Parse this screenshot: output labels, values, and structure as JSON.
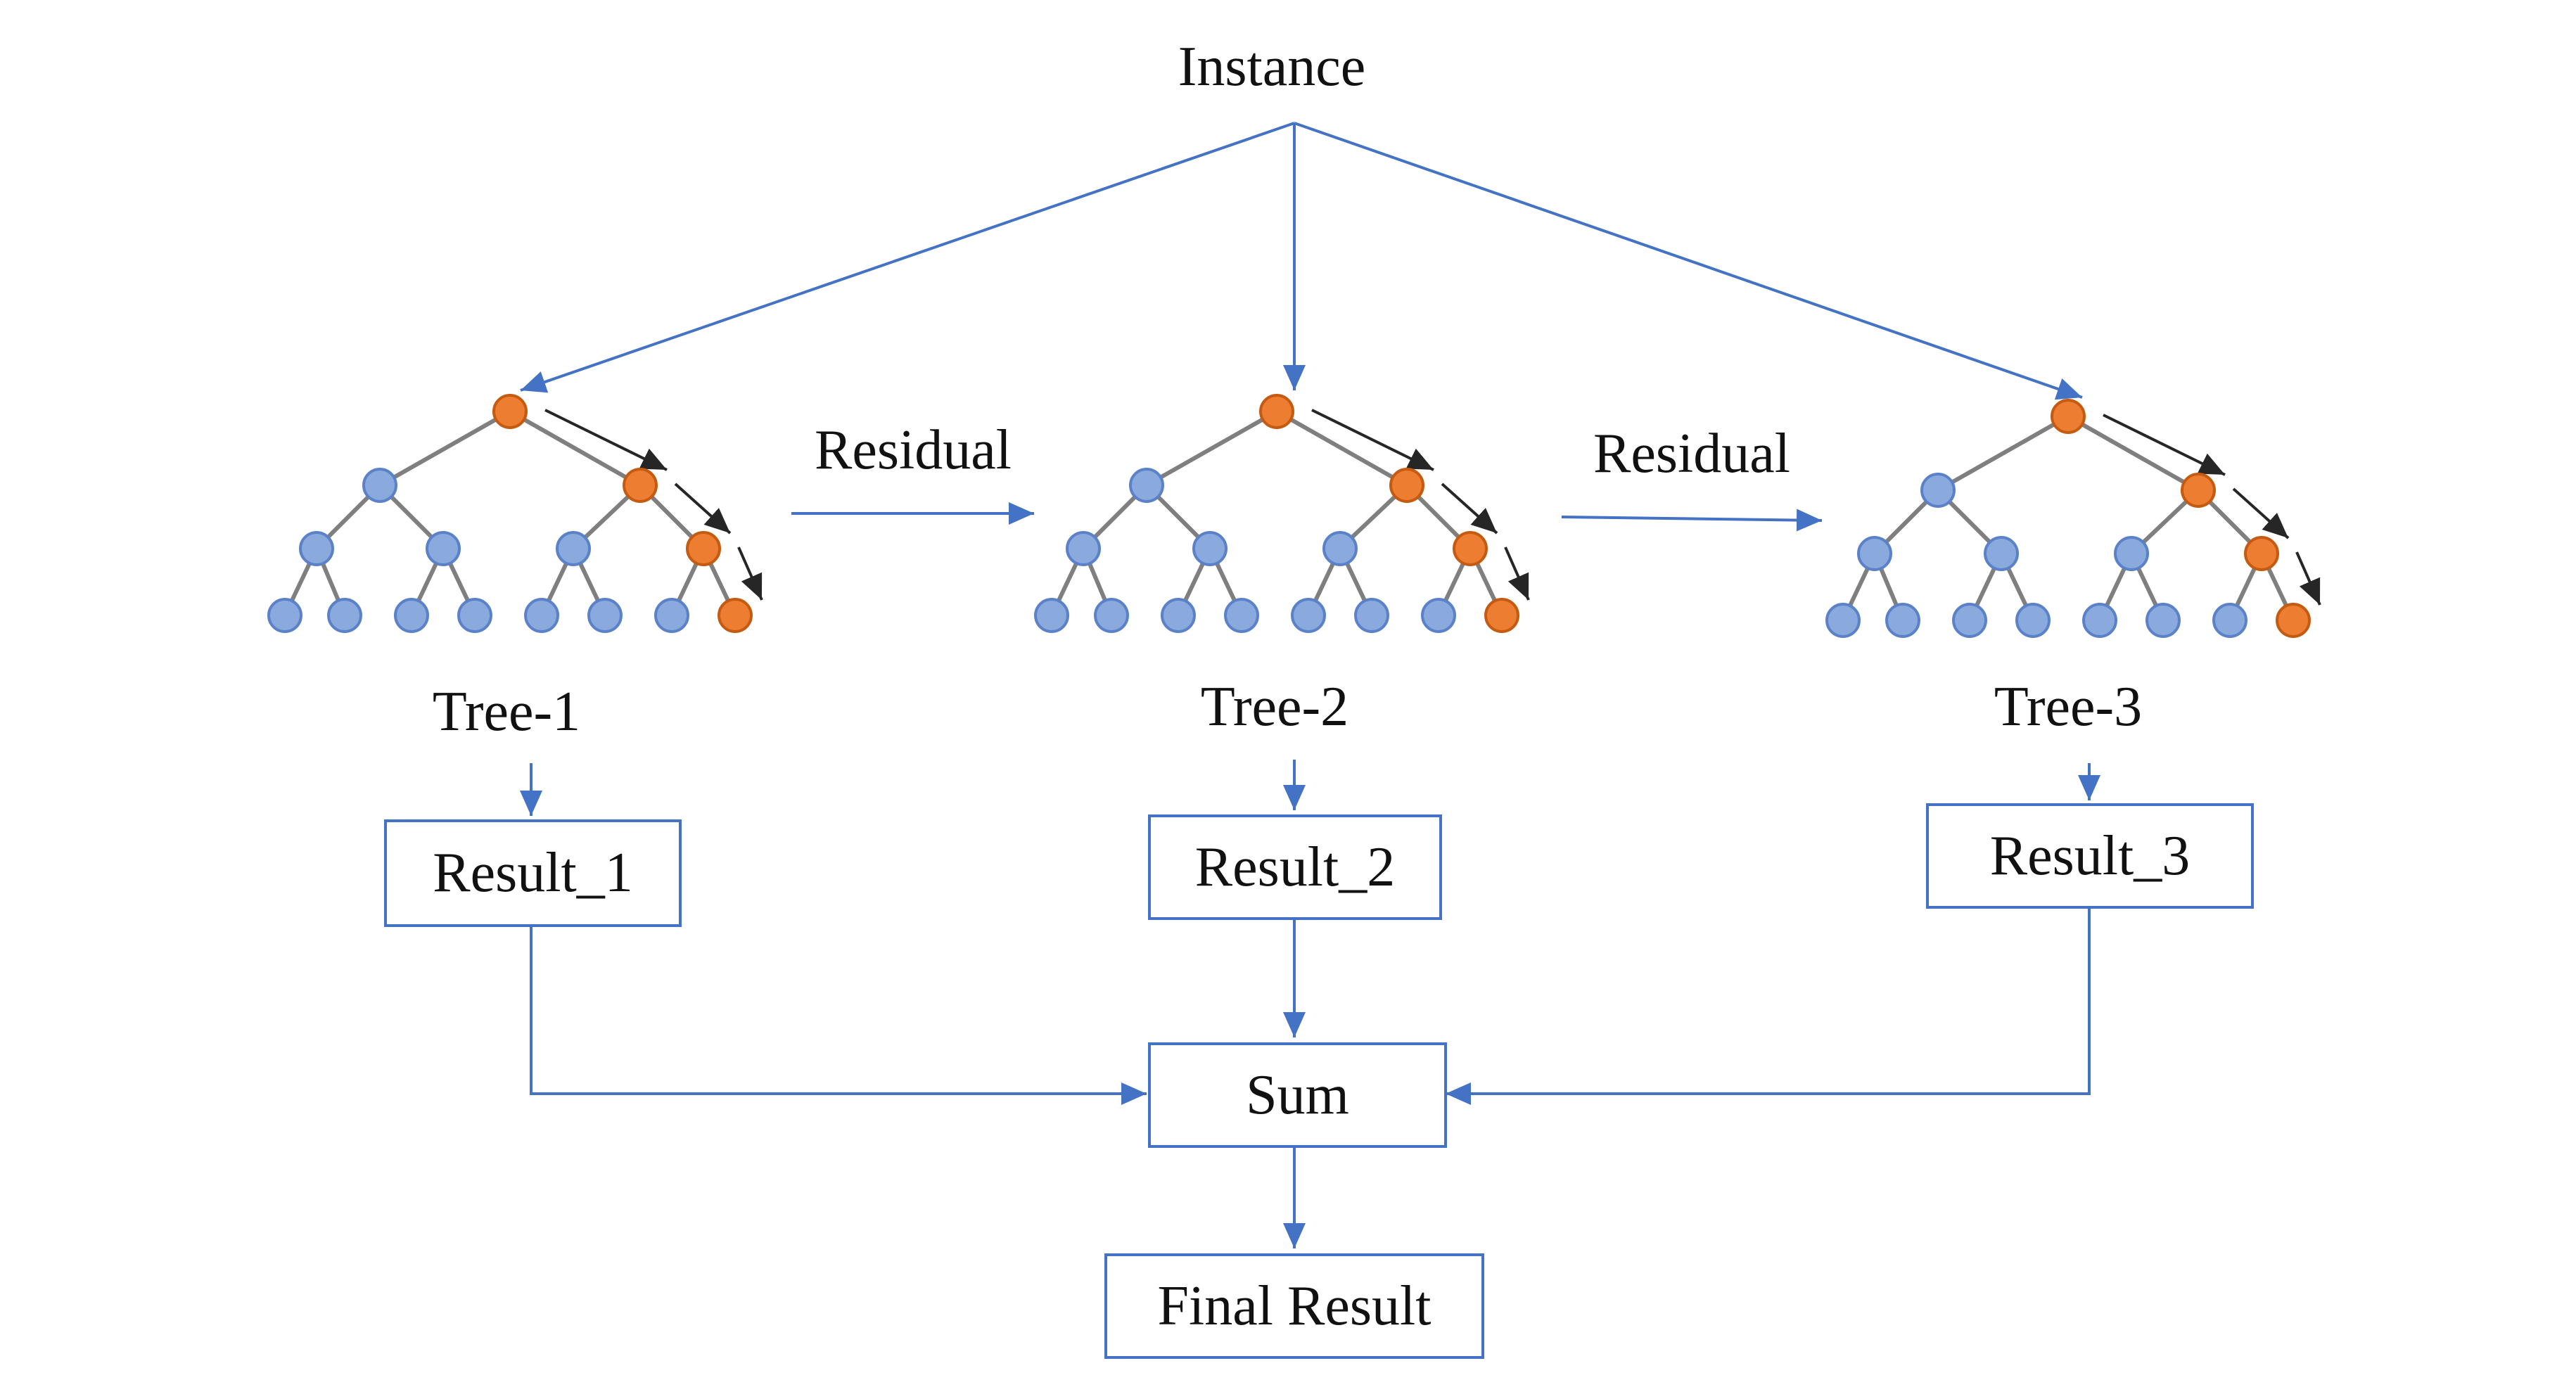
{
  "top": {
    "instance_label": "Instance"
  },
  "residual_labels": [
    "Residual",
    "Residual"
  ],
  "trees": [
    {
      "name": "Tree-1",
      "result": "Result_1"
    },
    {
      "name": "Tree-2",
      "result": "Result_2"
    },
    {
      "name": "Tree-3",
      "result": "Result_3"
    }
  ],
  "sum_label": "Sum",
  "final_label": "Final Result",
  "colors": {
    "arrow": "#4472c4",
    "node_blue": "#8aa9dd",
    "node_blue_stroke": "#5b82c8",
    "node_orange": "#ed7d31",
    "node_orange_stroke": "#c55a11",
    "edge": "#7f7f7f",
    "path_arrow": "#262626"
  }
}
